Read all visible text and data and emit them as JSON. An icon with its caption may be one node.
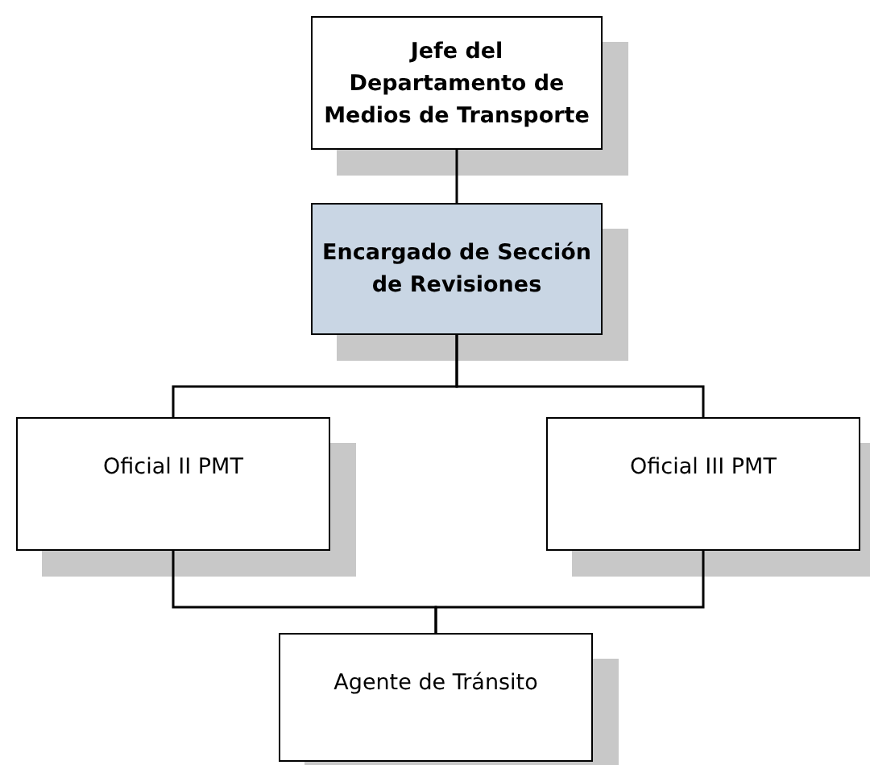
{
  "diagram": {
    "nodes": [
      {
        "text": [
          "Jefe del Departamento de Medios de Transporte"
        ]
      },
      {
        "text": [
          "Encargado de Sección de Revisiones"
        ]
      },
      {
        "text": [
          "Oficial II PMT"
        ]
      },
      {
        "text": [
          "Oficial III PMT"
        ]
      },
      {
        "text": [
          "Agente de Tránsito"
        ]
      }
    ],
    "edges": [
      {
        "from": 0,
        "to": 1,
        "arrow": "none"
      },
      {
        "from": 1,
        "to": 2,
        "arrow": "none"
      },
      {
        "from": 1,
        "to": 3,
        "arrow": "none"
      },
      {
        "from": 2,
        "to": 4,
        "arrow": "none"
      },
      {
        "from": 3,
        "to": 4,
        "arrow": "none"
      }
    ]
  }
}
